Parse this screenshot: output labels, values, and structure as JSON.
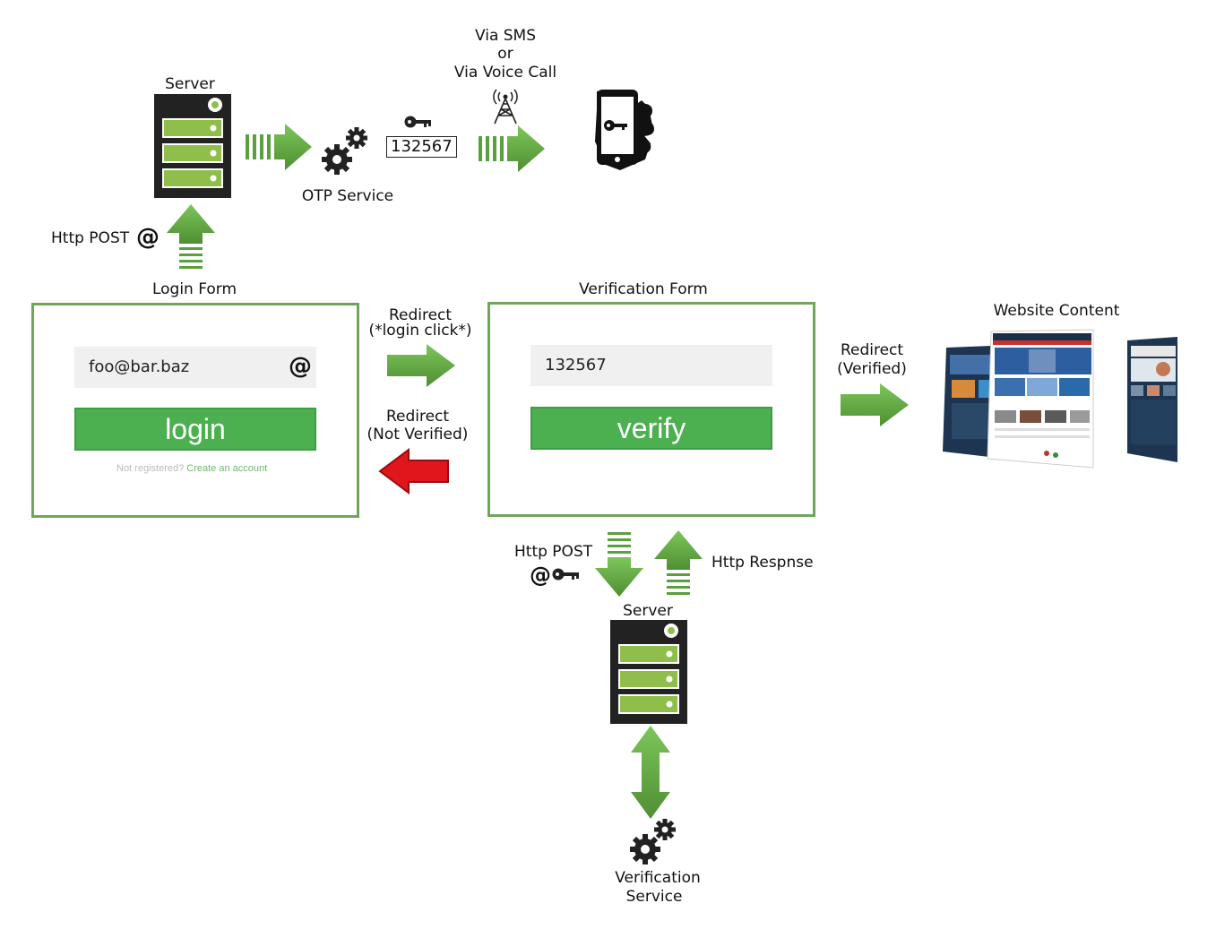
{
  "top": {
    "server_label": "Server",
    "otp_service_label": "OTP Service",
    "otp_code": "132567",
    "sms_line1": "Via SMS",
    "sms_line2": "or",
    "sms_line3": "Via Voice Call",
    "http_post_label": "Http POST"
  },
  "login_form": {
    "title": "Login Form",
    "email_value": "foo@bar.baz",
    "button_label": "login",
    "not_registered": "Not registered?",
    "create_account": "Create an account"
  },
  "redirect_login": {
    "line1": "Redirect",
    "line2": "(*login click*)"
  },
  "redirect_not_verified": {
    "line1": "Redirect",
    "line2": "(Not Verified)"
  },
  "verification_form": {
    "title": "Verification Form",
    "code_value": "132567",
    "button_label": "verify"
  },
  "redirect_verified": {
    "line1": "Redirect",
    "line2": "(Verified)"
  },
  "website": {
    "title": "Website Content"
  },
  "bottom": {
    "http_post_label": "Http POST",
    "http_response_label": "Http Respnse",
    "server_label": "Server",
    "verification_service_line1": "Verification",
    "verification_service_line2": "Service"
  },
  "colors": {
    "green_arrow": "#5aa03c",
    "red_arrow": "#e0161c",
    "button_green": "#4cb050",
    "server_green": "#8fbf4a"
  }
}
